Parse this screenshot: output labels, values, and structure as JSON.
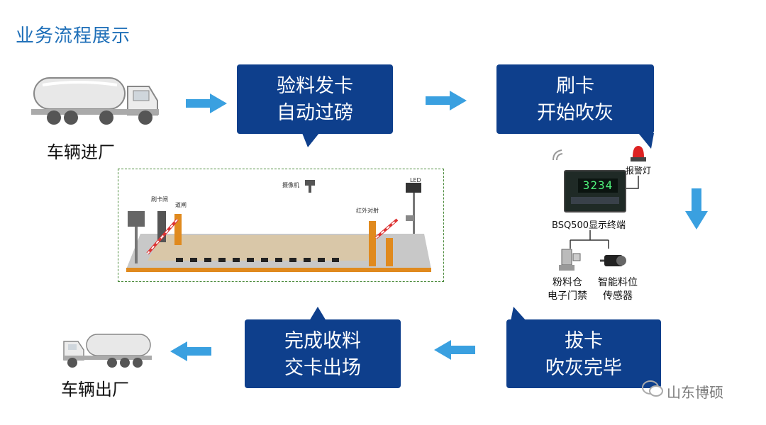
{
  "title": "业务流程展示",
  "steps": {
    "step1": [
      "验料发卡",
      "自动过磅"
    ],
    "step2": [
      "刷卡",
      "开始吹灰"
    ],
    "step3": [
      "拔卡",
      "吹灰完毕"
    ],
    "step4": [
      "完成收料",
      "交卡出场"
    ]
  },
  "labels": {
    "truck_in": "车辆进厂",
    "truck_out": "车辆出厂",
    "terminal": "BSQ500显示终端",
    "alarm": "报警灯",
    "display_value": "3234",
    "silo_access": [
      "粉料仓",
      "电子门禁"
    ],
    "level_sensor": [
      "智能料位",
      "传感器"
    ]
  },
  "scale_scene": {
    "card_reader": "刷卡闸",
    "barrier": "道闸",
    "camera": "摄像机",
    "infrared": "红外对射",
    "led": "LED"
  },
  "watermark": "山东博硕",
  "colors": {
    "callout": "#0e3f8c",
    "arrow": "#3aa0e0",
    "title": "#1e6fb8"
  }
}
